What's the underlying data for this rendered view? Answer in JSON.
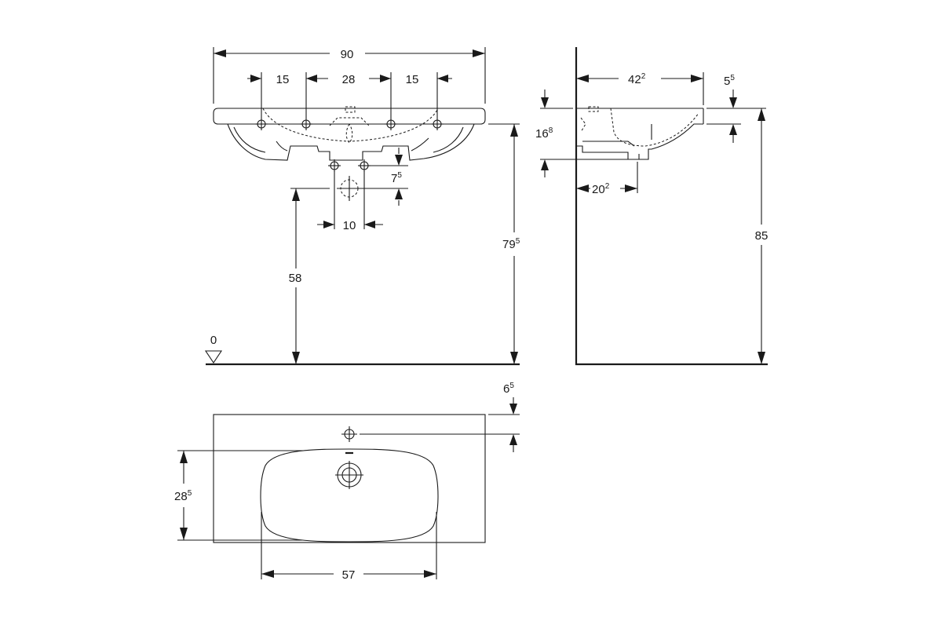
{
  "dimensions": {
    "total_width": "90",
    "tap_offset_left": "15",
    "tap_spacing": "28",
    "tap_offset_right": "15",
    "drain_spacing": "10",
    "drain_drop": {
      "main": "7",
      "sup": "5"
    },
    "drain_height": "58",
    "rim_height": {
      "main": "79",
      "sup": "5"
    },
    "floor_level": "0",
    "side_depth": {
      "main": "42",
      "sup": "2"
    },
    "side_rim_drop": {
      "main": "5",
      "sup": "5"
    },
    "side_rim_thickness": {
      "main": "16",
      "sup": "8"
    },
    "side_drain_depth": {
      "main": "20",
      "sup": "2"
    },
    "side_total_height": "85",
    "top_tap_offset": {
      "main": "6",
      "sup": "5"
    },
    "bowl_depth": {
      "main": "28",
      "sup": "5"
    },
    "bowl_width": "57"
  },
  "icons": [
    "arrowhead",
    "crosshair",
    "floor-level-marker"
  ],
  "colors": {
    "line": "#1a1a1a",
    "background": "#ffffff"
  }
}
